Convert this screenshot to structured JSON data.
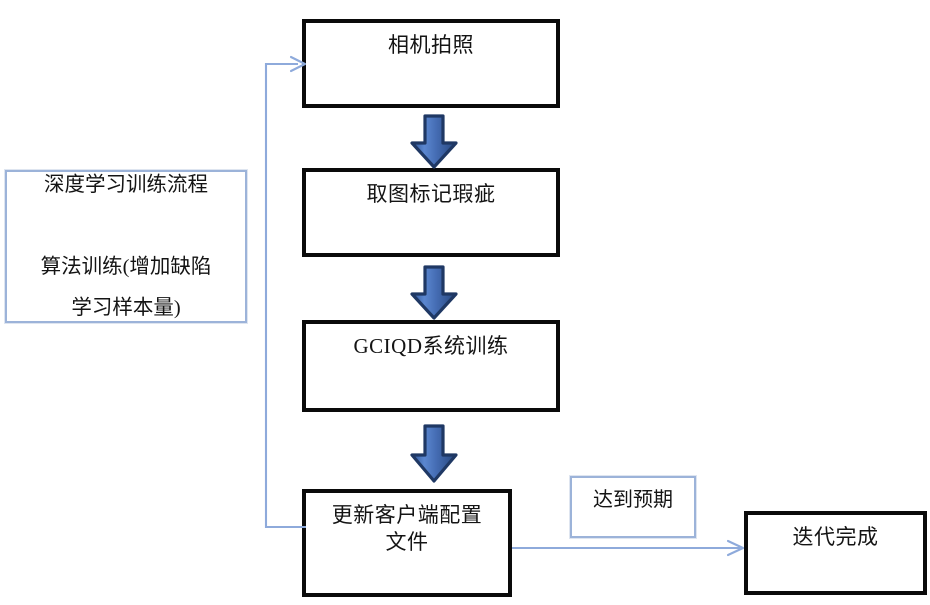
{
  "diagram": {
    "type": "flowchart",
    "title": "深度学习训练流程",
    "colors": {
      "box_border": "#0a0a0a",
      "note_border": "#9cb3d9",
      "arrow_fill": "#4472C4",
      "arrow_outline": "#1F3864",
      "connector_line": "#8EAADB",
      "background": "#ffffff",
      "text": "#141414"
    },
    "nodes": [
      {
        "id": "camera-capture",
        "label": "相机拍照",
        "shape": "process",
        "style": "thick-black"
      },
      {
        "id": "capture-mark-defect",
        "label": "取图标记瑕疵",
        "shape": "process",
        "style": "thick-black"
      },
      {
        "id": "gciqd-system-training",
        "label": "GCIQD系统训练",
        "shape": "process",
        "style": "thick-black"
      },
      {
        "id": "update-client-config",
        "label": "更新客户端配置\n文件",
        "shape": "process",
        "style": "thick-black"
      },
      {
        "id": "iteration-complete",
        "label": "迭代完成",
        "shape": "process",
        "style": "thick-black"
      },
      {
        "id": "annotation",
        "label": "深度学习训练流程\n\n算法训练(增加缺陷\n学习样本量)",
        "shape": "note",
        "style": "thin-blue"
      },
      {
        "id": "reached-expectation",
        "label": "达到预期",
        "shape": "note",
        "style": "thin-blue"
      }
    ],
    "edges": [
      {
        "id": "edge-capture-to-mark",
        "from": "camera-capture",
        "to": "capture-mark-defect",
        "style": "block-arrow-down"
      },
      {
        "id": "edge-mark-to-training",
        "from": "capture-mark-defect",
        "to": "gciqd-system-training",
        "style": "block-arrow-down"
      },
      {
        "id": "edge-training-to-update",
        "from": "gciqd-system-training",
        "to": "update-client-config",
        "style": "block-arrow-down"
      },
      {
        "id": "edge-update-to-complete",
        "from": "update-client-config",
        "to": "iteration-complete",
        "label": "达到预期",
        "style": "thin-arrow-right"
      },
      {
        "id": "edge-feedback-loop",
        "from": "update-client-config",
        "to": "camera-capture",
        "style": "thin-arrow-feedback"
      }
    ]
  },
  "boxes": {
    "camera_capture": "相机拍照",
    "capture_mark_defect": "取图标记瑕疵",
    "gciqd_training": "GCIQD系统训练",
    "update_client_config": "更新客户端配置\n文件",
    "iteration_complete": "迭代完成",
    "annotation": "深度学习训练流程\n\n算法训练(增加缺陷\n学习样本量)",
    "reached_expectation": "达到预期"
  }
}
